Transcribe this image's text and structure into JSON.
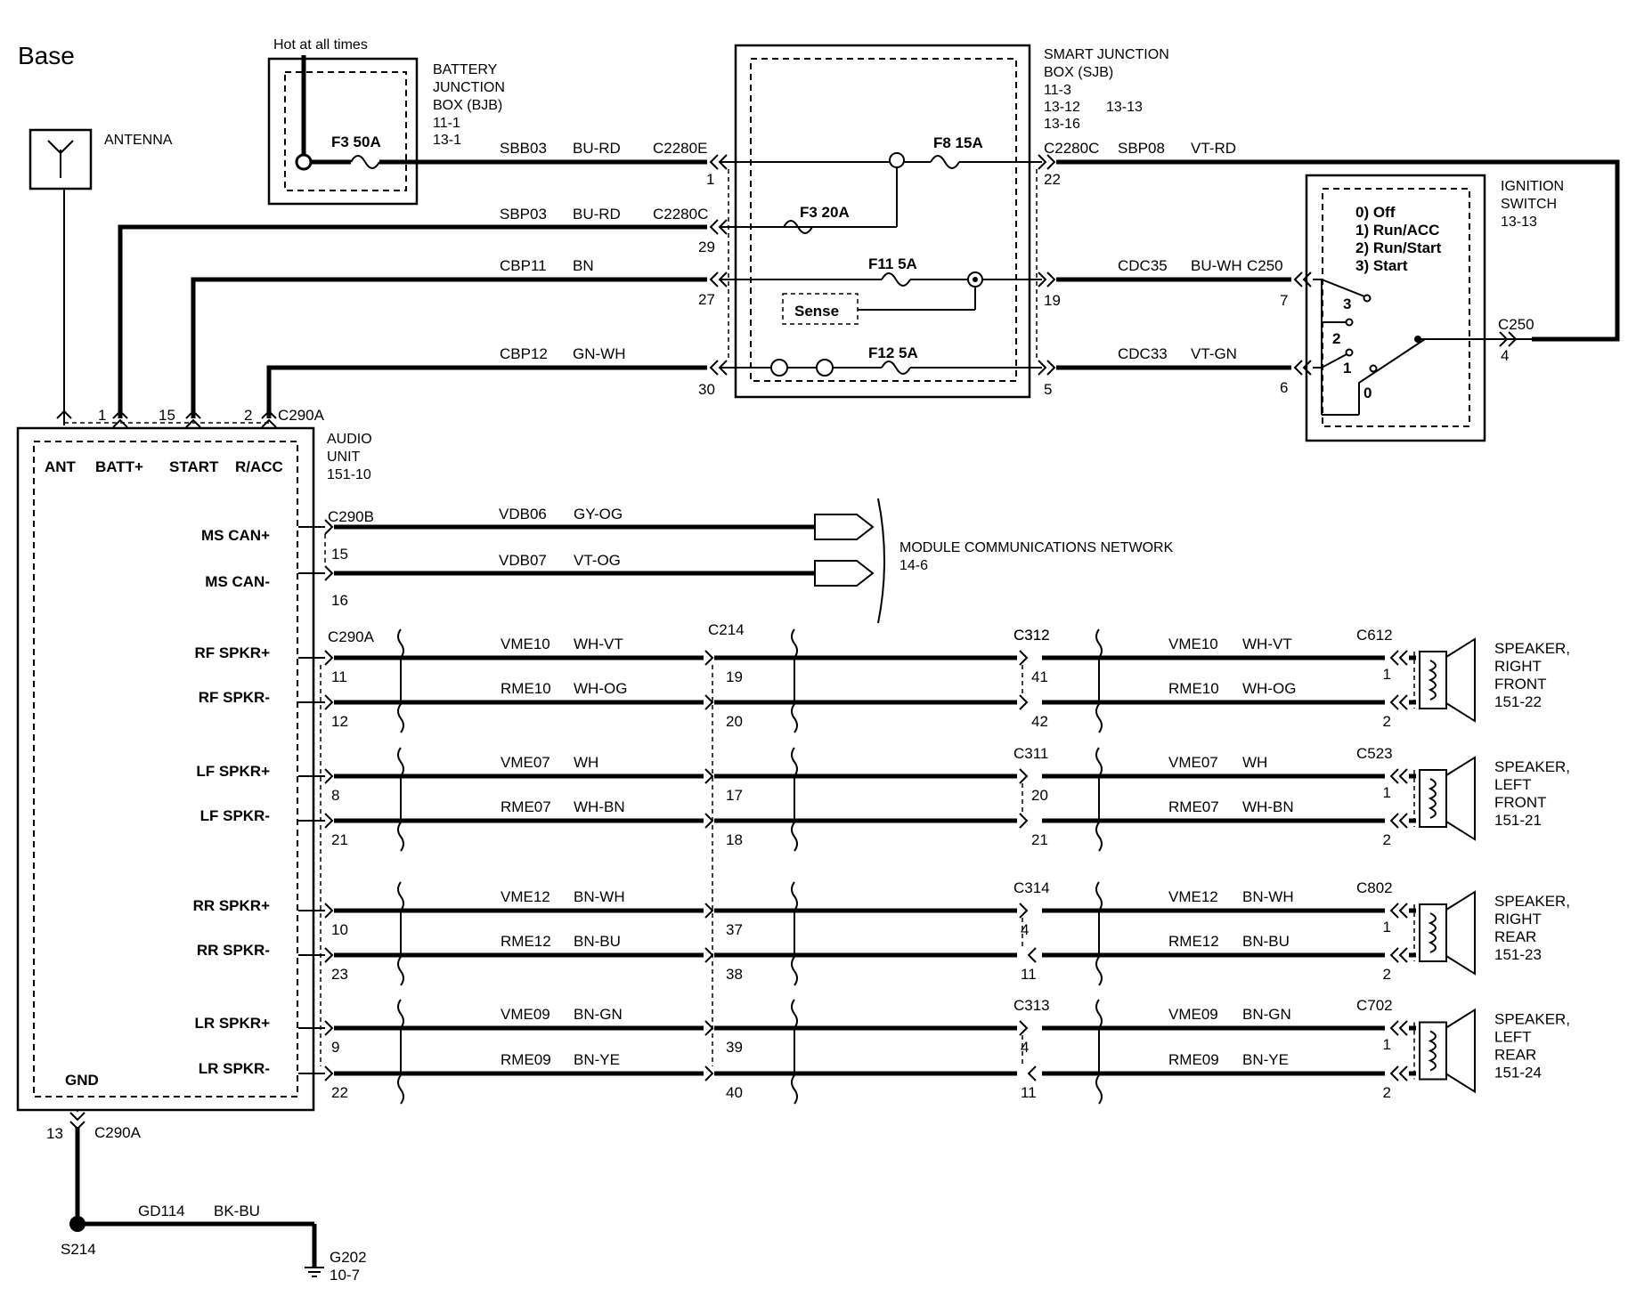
{
  "title": "Base",
  "labels": {
    "hot_at_all_times": "Hot at all times",
    "antenna": "ANTENNA",
    "bjb": [
      "BATTERY",
      "JUNCTION",
      "BOX (BJB)",
      "11-1",
      "13-1"
    ],
    "sjb": [
      "SMART  JUNCTION",
      "BOX (SJB)",
      "11-3",
      "13-12",
      "13-13",
      "13-16"
    ],
    "ignition": [
      "IGNITION",
      "SWITCH",
      "13-13"
    ],
    "ign_positions": [
      "0) Off",
      "1) Run/ACC",
      "2) Run/Start",
      "3) Start"
    ],
    "audio_unit": [
      "AUDIO",
      "UNIT",
      "151-10"
    ],
    "mcn": [
      "MODULE COMMUNICATIONS NETWORK",
      "14-6"
    ],
    "sense": "Sense"
  },
  "fuses": {
    "bjb_f3": "F3  50A",
    "sjb_f8": "F8  15A",
    "sjb_f3": "F3  20A",
    "sjb_f11": "F11  5A",
    "sjb_f12": "F12  5A"
  },
  "power_circuits": [
    {
      "circuit": "SBB03",
      "color": "BU-RD",
      "connector": "C2280E",
      "pin": "1"
    },
    {
      "circuit": "SBP03",
      "color": "BU-RD",
      "connector": "C2280C",
      "pin": "29"
    },
    {
      "circuit": "CBP11",
      "color": "BN",
      "pin": "27"
    },
    {
      "circuit": "CBP12",
      "color": "GN-WH",
      "pin": "30"
    }
  ],
  "sjb_right": [
    {
      "connector": "C2280C",
      "circuit": "SBP08",
      "color": "VT-RD",
      "pin": "22"
    },
    {
      "circuit": "CDC35",
      "color": "BU-WH",
      "connector": "C250",
      "pin": "19",
      "pin2": "7"
    },
    {
      "circuit": "CDC33",
      "color": "VT-GN",
      "pin": "5",
      "pin2": "6"
    }
  ],
  "ign_pins": {
    "p3": "3",
    "p2": "2",
    "p1": "1",
    "p0": "0",
    "c250": "C250",
    "c250_pin": "4"
  },
  "audio_top_pins": {
    "p1": "1",
    "p15": "15",
    "p2": "2",
    "conn": "C290A"
  },
  "audio_terminals": [
    "ANT",
    "BATT+",
    "START",
    "R/ACC",
    "MS CAN+",
    "MS CAN-",
    "RF SPKR+",
    "RF SPKR-",
    "LF SPKR+",
    "LF SPKR-",
    "RR SPKR+",
    "RR SPKR-",
    "LR SPKR+",
    "LR SPKR-",
    "GND"
  ],
  "can": [
    {
      "conn": "C290B",
      "pin": "15",
      "circuit": "VDB06",
      "color": "GY-OG"
    },
    {
      "pin": "16",
      "circuit": "VDB07",
      "color": "VT-OG"
    }
  ],
  "speakers": [
    {
      "plus": {
        "pin": "11",
        "circuit": "VME10",
        "color": "WH-VT",
        "mid_pin": "19",
        "far_pin": "41",
        "right_circuit": "VME10",
        "right_color": "WH-VT",
        "spk_pin": "1"
      },
      "minus": {
        "pin": "12",
        "circuit": "RME10",
        "color": "WH-OG",
        "mid_pin": "20",
        "far_pin": "42",
        "right_circuit": "RME10",
        "right_color": "WH-OG",
        "spk_pin": "2"
      },
      "left_conn": "C290A",
      "mid_conn": "C214",
      "far_conn": "C312",
      "spk_conn": "C612",
      "name": [
        "SPEAKER,",
        "RIGHT",
        "FRONT",
        "151-22"
      ]
    },
    {
      "plus": {
        "pin": "8",
        "circuit": "VME07",
        "color": "WH",
        "mid_pin": "17",
        "far_pin": "20",
        "right_circuit": "VME07",
        "right_color": "WH",
        "spk_pin": "1"
      },
      "minus": {
        "pin": "21",
        "circuit": "RME07",
        "color": "WH-BN",
        "mid_pin": "18",
        "far_pin": "21",
        "right_circuit": "RME07",
        "right_color": "WH-BN",
        "spk_pin": "2"
      },
      "far_conn": "C311",
      "spk_conn": "C523",
      "name": [
        "SPEAKER,",
        "LEFT",
        "FRONT",
        "151-21"
      ]
    },
    {
      "plus": {
        "pin": "10",
        "circuit": "VME12",
        "color": "BN-WH",
        "mid_pin": "37",
        "far_pin": "4",
        "right_circuit": "VME12",
        "right_color": "BN-WH",
        "spk_pin": "1"
      },
      "minus": {
        "pin": "23",
        "circuit": "RME12",
        "color": "BN-BU",
        "mid_pin": "38",
        "far_pin": "11",
        "right_circuit": "RME12",
        "right_color": "BN-BU",
        "spk_pin": "2"
      },
      "far_conn": "C314",
      "spk_conn": "C802",
      "name": [
        "SPEAKER,",
        "RIGHT",
        "REAR",
        "151-23"
      ]
    },
    {
      "plus": {
        "pin": "9",
        "circuit": "VME09",
        "color": "BN-GN",
        "mid_pin": "39",
        "far_pin": "4",
        "right_circuit": "VME09",
        "right_color": "BN-GN",
        "spk_pin": "1"
      },
      "minus": {
        "pin": "22",
        "circuit": "RME09",
        "color": "BN-YE",
        "mid_pin": "40",
        "far_pin": "11",
        "right_circuit": "RME09",
        "right_color": "BN-YE",
        "spk_pin": "2"
      },
      "far_conn": "C313",
      "spk_conn": "C702",
      "name": [
        "SPEAKER,",
        "LEFT",
        "REAR",
        "151-24"
      ]
    }
  ],
  "ground": {
    "pin": "13",
    "conn": "C290A",
    "circuit": "GD114",
    "color": "BK-BU",
    "splice": "S214",
    "gnd": "G202",
    "ref": "10-7"
  }
}
